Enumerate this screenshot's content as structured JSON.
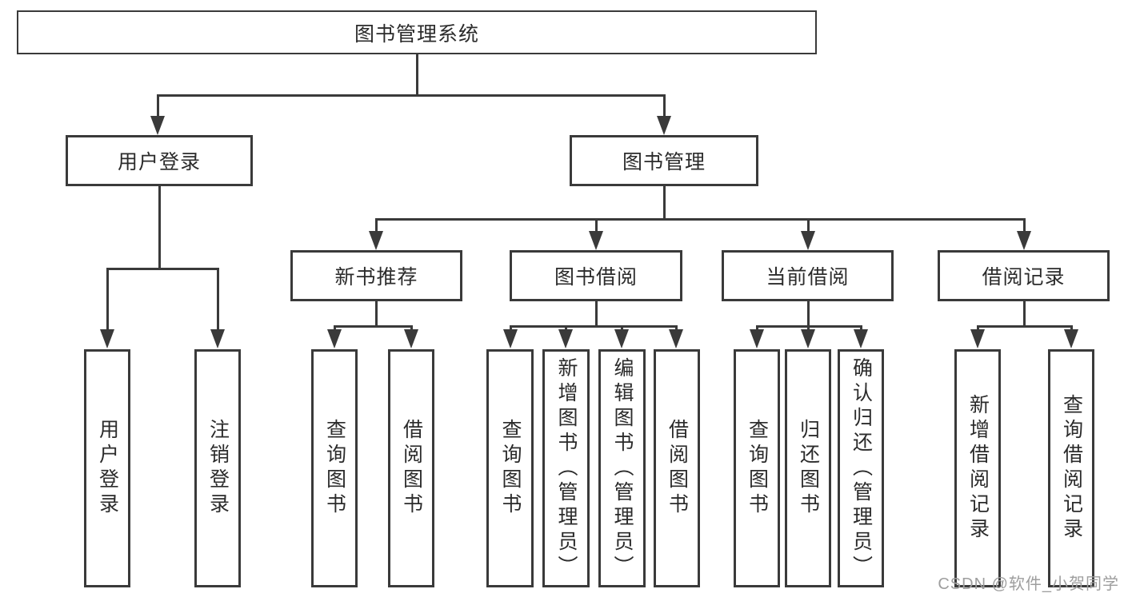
{
  "diagram_type": "hierarchy-structure-diagram",
  "colors": {
    "line": "#3a3a3a",
    "box_border": "#3a3a3a",
    "text": "#2b2b2b",
    "watermark": "#9e9e9e",
    "background": "#ffffff"
  },
  "tree": {
    "label": "图书管理系统",
    "children": [
      {
        "label": "用户登录",
        "children": [
          {
            "label": "用户登录"
          },
          {
            "label": "注销登录"
          }
        ]
      },
      {
        "label": "图书管理",
        "children": [
          {
            "label": "新书推荐",
            "children": [
              {
                "label": "查询图书"
              },
              {
                "label": "借阅图书"
              }
            ]
          },
          {
            "label": "图书借阅",
            "children": [
              {
                "label": "查询图书"
              },
              {
                "label": "新增图书（管理员）"
              },
              {
                "label": "编辑图书（管理员）"
              },
              {
                "label": "借阅图书"
              }
            ]
          },
          {
            "label": "当前借阅",
            "children": [
              {
                "label": "查询图书"
              },
              {
                "label": "归还图书"
              },
              {
                "label": "确认归还（管理员）"
              }
            ]
          },
          {
            "label": "借阅记录",
            "children": [
              {
                "label": "新增借阅记录"
              },
              {
                "label": "查询借阅记录"
              }
            ]
          }
        ]
      }
    ]
  },
  "watermark": {
    "text": "CSDN @软件_小贺同学"
  }
}
